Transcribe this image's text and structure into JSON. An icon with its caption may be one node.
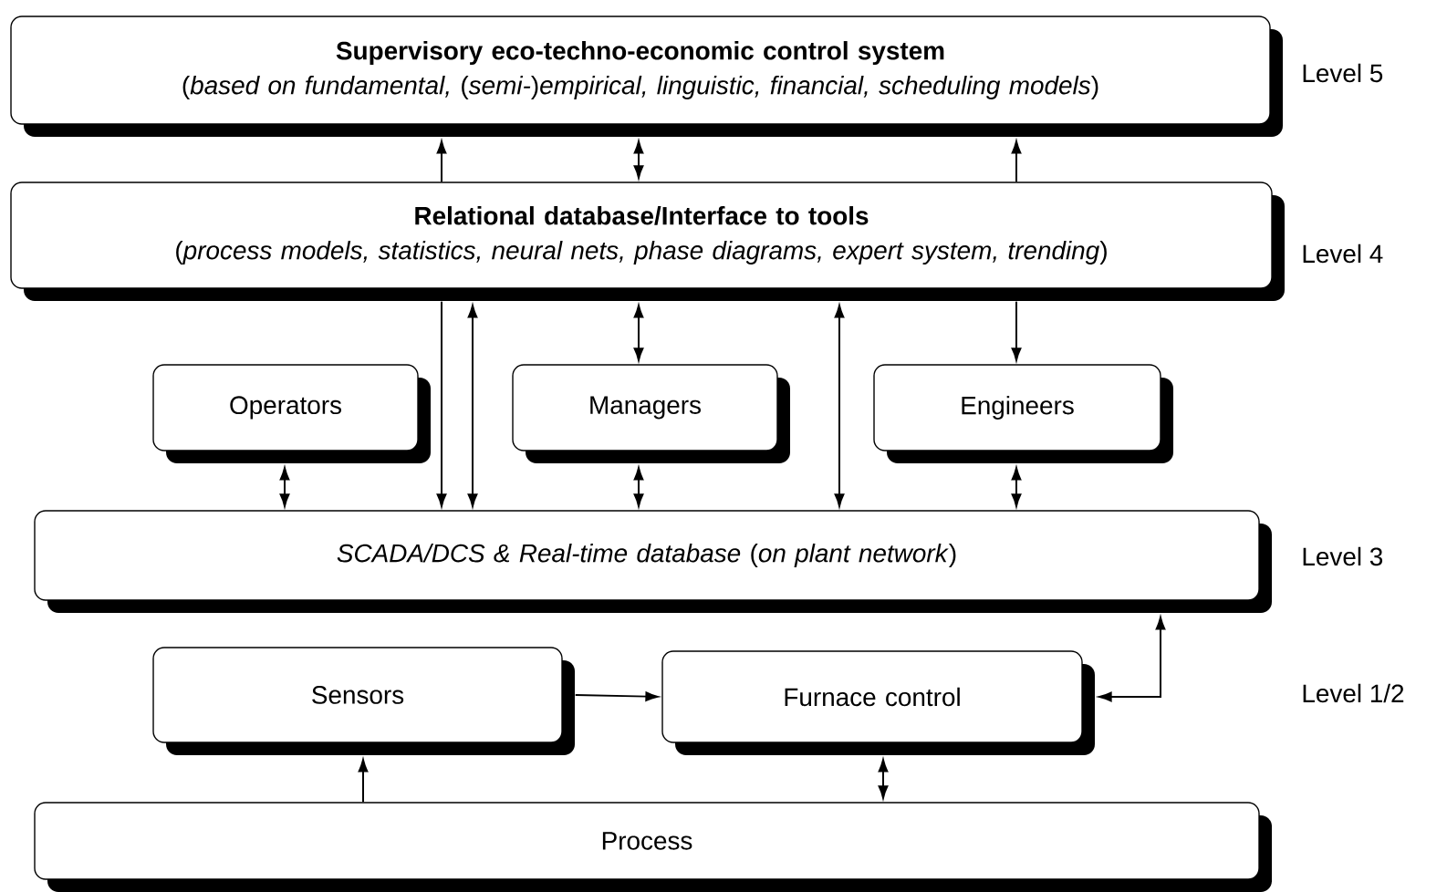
{
  "diagram": {
    "nodes": [
      {
        "text": [
          "Supervisory eco-techno-economic control system",
          "(*based on fundamental,* (*semi-*)*empirical, linguistic, financial, scheduling models*)"
        ],
        "beside": [
          "Level 5"
        ]
      },
      {
        "text": [
          "Relational database/Interface to tools",
          "(*process models, statistics, neural nets, phase diagrams, expert system, trending*)"
        ],
        "beside": [
          "Level 4"
        ]
      },
      {
        "text": [
          "Operators"
        ]
      },
      {
        "text": [
          "Managers"
        ]
      },
      {
        "text": [
          "Engineers"
        ]
      },
      {
        "text": [
          "*SCADA/DCS  &  Real-time database* (*on plant network*)"
        ],
        "beside": [
          "Level 3"
        ]
      },
      {
        "text": [
          "Sensors"
        ]
      },
      {
        "text": [
          "Furnace control"
        ]
      },
      {
        "text": [
          "Process"
        ]
      }
    ],
    "edges": [
      {
        "from": 1,
        "to": 0,
        "arrow": "to"
      },
      {
        "from": 1,
        "to": 0,
        "arrow": "both"
      },
      {
        "from": 1,
        "to": 0,
        "arrow": "to"
      },
      {
        "from": 1,
        "to": 5,
        "arrow": "to"
      },
      {
        "from": 1,
        "to": 5,
        "arrow": "both"
      },
      {
        "from": 1,
        "to": 3,
        "arrow": "both"
      },
      {
        "from": 1,
        "to": 5,
        "arrow": "both"
      },
      {
        "from": 1,
        "to": 4,
        "arrow": "to"
      },
      {
        "from": 2,
        "to": 5,
        "arrow": "both"
      },
      {
        "from": 3,
        "to": 5,
        "arrow": "both"
      },
      {
        "from": 4,
        "to": 5,
        "arrow": "both"
      },
      {
        "from": 6,
        "to": 7,
        "arrow": "to"
      },
      {
        "from": 7,
        "to": 5,
        "arrow": "both"
      },
      {
        "from": 8,
        "to": 6,
        "arrow": "to"
      },
      {
        "from": 8,
        "to": 7,
        "arrow": "both"
      }
    ],
    "labels": [
      "Level 1/2"
    ]
  }
}
